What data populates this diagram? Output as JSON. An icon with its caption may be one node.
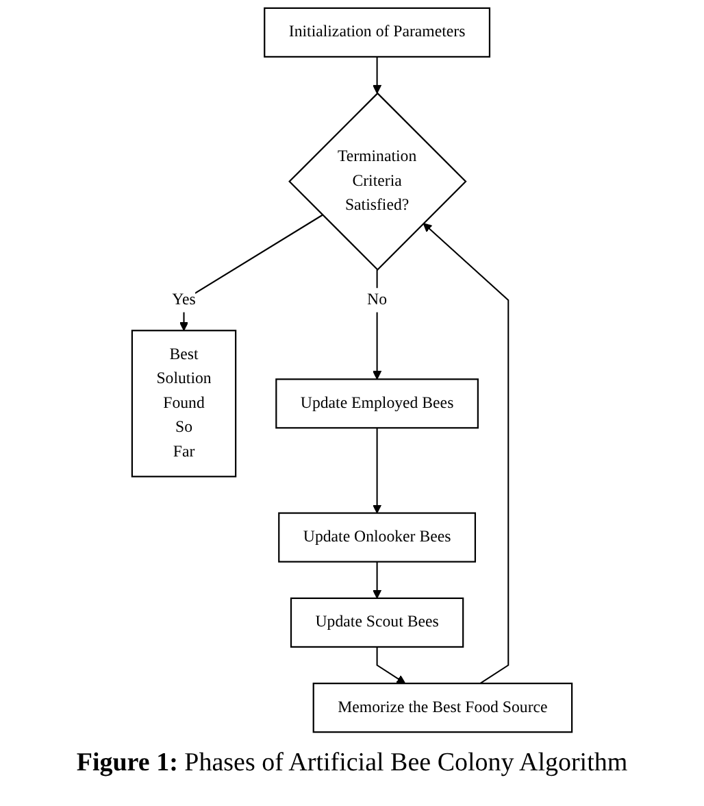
{
  "diagram": {
    "caption": "**Figure 1:** Phases of Artificial Bee Colony Algorithm",
    "nodes": [
      {
        "text": [
          "Initialization of Parameters"
        ]
      },
      {
        "text": [
          "Termination Criteria Satisfied?"
        ]
      },
      {
        "text": [
          "Best Solution Found So Far"
        ]
      },
      {
        "text": [
          "Update Employed Bees"
        ]
      },
      {
        "text": [
          "Update Onlooker Bees"
        ]
      },
      {
        "text": [
          "Update Scout Bees"
        ]
      },
      {
        "text": [
          "Memorize the Best Food Source"
        ]
      }
    ],
    "edges": [
      {
        "from": 0,
        "to": 1,
        "arrow": "to"
      },
      {
        "from": 1,
        "to": 2,
        "arrow": "to",
        "label": "Yes"
      },
      {
        "from": 1,
        "to": 3,
        "arrow": "to",
        "label": "No"
      },
      {
        "from": 3,
        "to": 4,
        "arrow": "to"
      },
      {
        "from": 4,
        "to": 5,
        "arrow": "to"
      },
      {
        "from": 5,
        "to": 6,
        "arrow": "to"
      },
      {
        "from": 6,
        "to": 1,
        "arrow": "to"
      }
    ]
  }
}
